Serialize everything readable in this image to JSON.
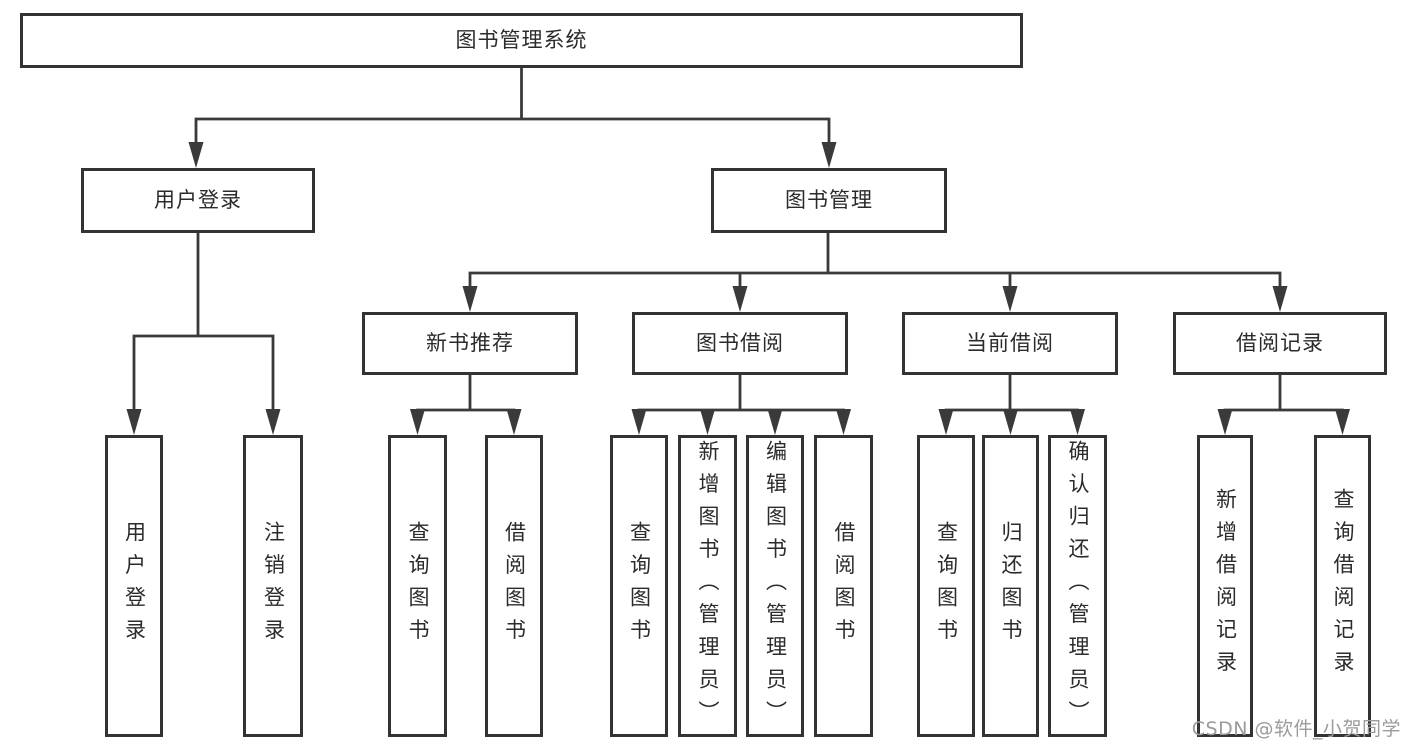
{
  "colors": {
    "background": "#ffffff",
    "line": "#3a3a3a",
    "box_border": "#333333",
    "text": "#2b2b2b",
    "watermark": "#9b9b9b"
  },
  "watermark": {
    "text": "CSDN @软件_小贺同学"
  },
  "tree": {
    "root": {
      "label": "图书管理系统"
    },
    "children": [
      {
        "label": "用户登录",
        "children": [
          {
            "label": "用户登录"
          },
          {
            "label": "注销登录"
          }
        ]
      },
      {
        "label": "图书管理",
        "children": [
          {
            "label": "新书推荐",
            "children": [
              {
                "label": "查询图书"
              },
              {
                "label": "借阅图书"
              }
            ]
          },
          {
            "label": "图书借阅",
            "children": [
              {
                "label": "查询图书"
              },
              {
                "label": "新增图书（管理员）"
              },
              {
                "label": "编辑图书（管理员）"
              },
              {
                "label": "借阅图书"
              }
            ]
          },
          {
            "label": "当前借阅",
            "children": [
              {
                "label": "查询图书"
              },
              {
                "label": "归还图书"
              },
              {
                "label": "确认归还（管理员）"
              }
            ]
          },
          {
            "label": "借阅记录",
            "children": [
              {
                "label": "新增借阅记录"
              },
              {
                "label": "查询借阅记录"
              }
            ]
          }
        ]
      }
    ]
  }
}
